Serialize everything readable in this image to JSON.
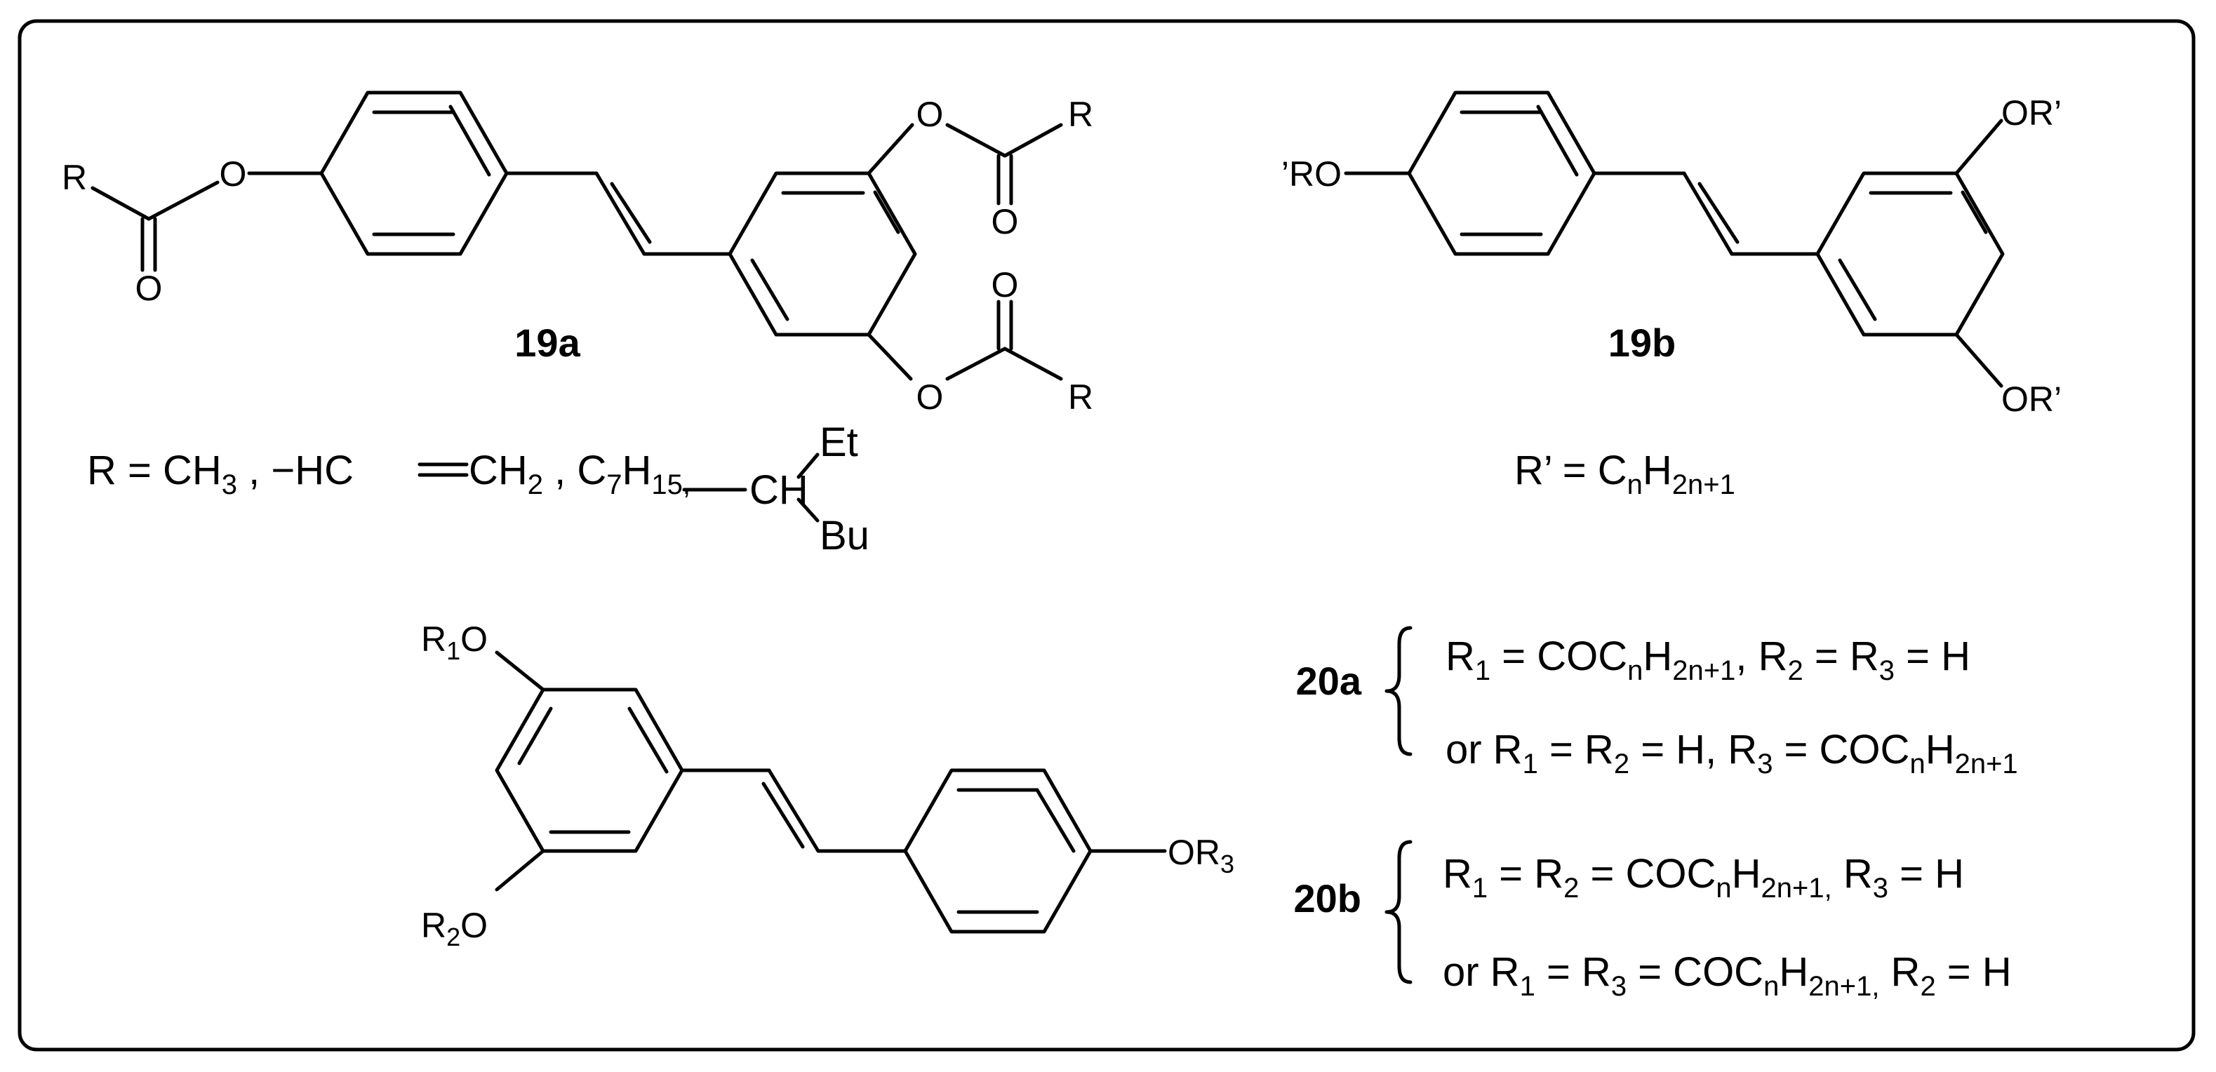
{
  "compound_19a": {
    "id": "19a",
    "atom_R_left": "R",
    "atom_O_ether_left": "O",
    "atom_O_carbonyl_left": "O",
    "atom_O_ether_top": "O",
    "atom_R_top": "R",
    "atom_O_carbonyl_top": "O",
    "atom_O_carbonyl_bottom": "O",
    "atom_O_ether_bottom": "O",
    "atom_R_bottom": "R",
    "r_def": {
      "lead": "R = CH",
      "sub1": "3",
      "text2": " , −HC",
      "text3": "CH",
      "sub2": "2",
      "text4": " , C",
      "sub3": "7",
      "text5": "H",
      "sub4": "15,",
      "ch": "CH",
      "et": "Et",
      "bu": "Bu"
    }
  },
  "compound_19b": {
    "id": "19b",
    "atom_RO_left": "’RO",
    "atom_OR_top": "OR’",
    "atom_OR_bottom": "OR’",
    "r_def": {
      "lead": "R’ = C",
      "sub1": "n",
      "text2": "H",
      "sub2": "2n+1"
    }
  },
  "compound_20": {
    "atom_R1O": {
      "r": "R",
      "sub": "1",
      "o": "O"
    },
    "atom_R2O": {
      "r": "R",
      "sub": "2",
      "o": "O"
    },
    "atom_OR3": {
      "or": "OR",
      "sub": "3"
    }
  },
  "compound_20a": {
    "id": "20a",
    "line1": {
      "t1": "R",
      "s1": "1",
      "t2": " = COC",
      "s2": "n",
      "t3": "H",
      "s3": "2n+1",
      "t4": ", R",
      "s4": "2",
      "t5": " = R",
      "s5": "3",
      "t6": " = H"
    },
    "line2": {
      "t1": "or R",
      "s1": "1",
      "t2": " =  R",
      "s2": "2",
      "t3": " = H, R",
      "s3": "3",
      "t4": " = COC",
      "s4": "n",
      "t5": "H",
      "s5": "2n+1"
    }
  },
  "compound_20b": {
    "id": "20b",
    "line1": {
      "t1": "R",
      "s1": "1",
      "t2": " = R",
      "s2": "2",
      "t3": " = COC",
      "s3": "n",
      "t4": "H",
      "s4": "2n+1,",
      "t5": "  R",
      "s5": "3",
      "t6": " = H"
    },
    "line2": {
      "t1": "or R",
      "s1": "1",
      "t2": " =  R",
      "s2": "3",
      "t3": " = COC",
      "s3": "n",
      "t4": "H",
      "s4": "2n+1,",
      "t5": " R",
      "s5": "2",
      "t6": " = H"
    }
  }
}
